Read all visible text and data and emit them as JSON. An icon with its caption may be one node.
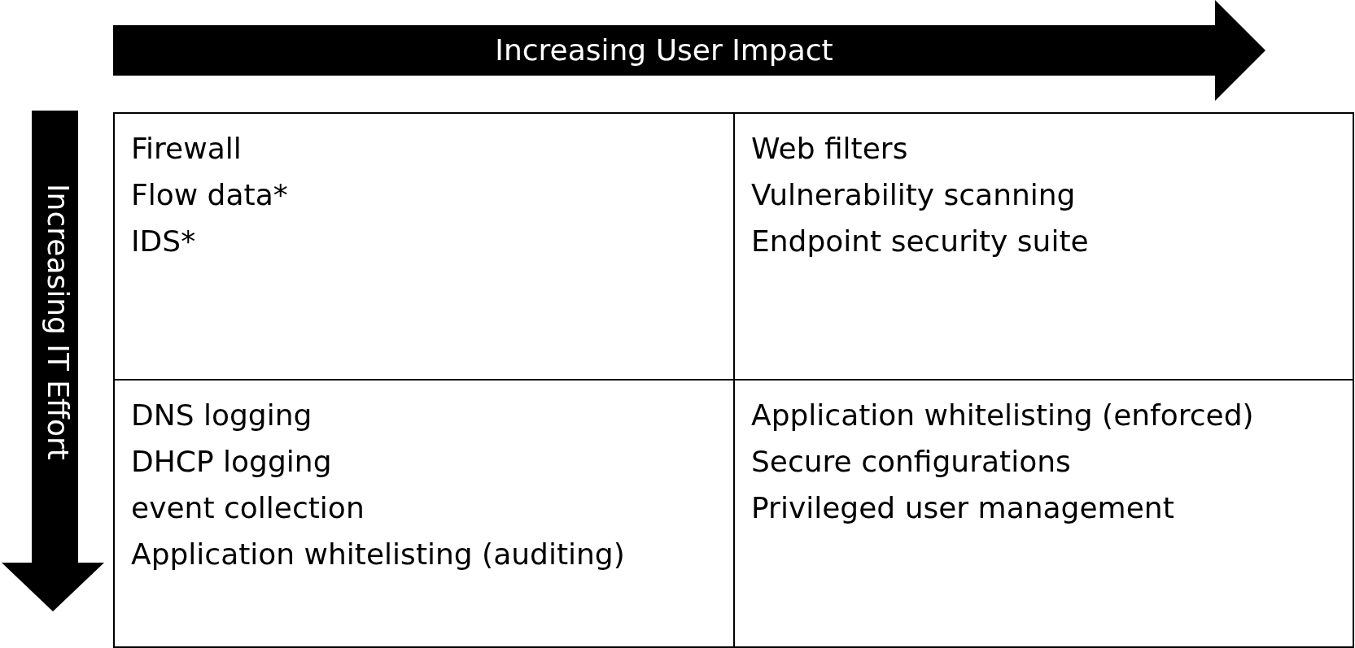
{
  "diagram": {
    "nodes": [
      {
        "text": [
          "Increasing User Impact"
        ]
      },
      {
        "text": [
          "Increasing IT Effort"
        ]
      },
      {
        "text": [
          "Firewall",
          "Flow data*",
          "IDS*"
        ]
      },
      {
        "text": [
          "Web filters",
          "Vulnerability scanning",
          "Endpoint security suite"
        ]
      },
      {
        "text": [
          "DNS logging",
          "DHCP logging",
          "event collection",
          "Application whitelisting (auditing)"
        ]
      },
      {
        "text": [
          "Application whitelisting (enforced)",
          "Secure configurations",
          "Privileged user management"
        ]
      }
    ],
    "edges": []
  }
}
